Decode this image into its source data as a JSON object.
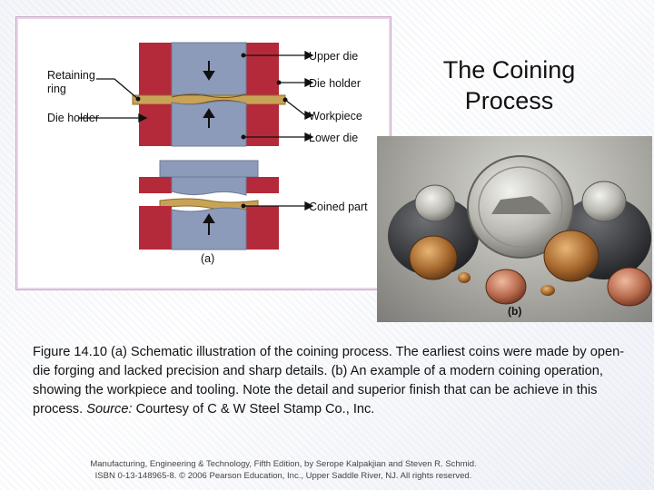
{
  "slide": {
    "title_line1": "The Coining",
    "title_line2": "Process"
  },
  "diagram": {
    "labels": {
      "retaining_ring_line1": "Retaining",
      "retaining_ring_line2": "ring",
      "die_holder_left": "Die holder",
      "upper_die": "Upper die",
      "die_holder_right": "Die holder",
      "workpiece": "Workpiece",
      "lower_die": "Lower die",
      "coined_part": "Coined part",
      "part_a": "(a)"
    },
    "colors": {
      "die": "#8d9bbb",
      "die_holder": "#b52a3a",
      "workpiece": "#c8a357",
      "panel_border": "#c9a7c5"
    }
  },
  "photo": {
    "part_b": "(b)"
  },
  "caption": {
    "text": "Figure 14.10 (a) Schematic illustration of the coining process. The earliest coins were made by open-die forging and lacked precision and sharp details. (b) An example of a modern coining operation, showing the workpiece and tooling. Note the detail and superior finish that can be achieve in this process.",
    "source_label": "Source:",
    "source_text": "Courtesy of C & W Steel Stamp Co., Inc."
  },
  "footer": {
    "line1": "Manufacturing, Engineering & Technology, Fifth Edition, by Serope Kalpakjian and Steven R. Schmid.",
    "line2": "ISBN 0-13-148965-8. © 2006 Pearson Education, Inc., Upper Saddle River, NJ. All rights reserved."
  }
}
